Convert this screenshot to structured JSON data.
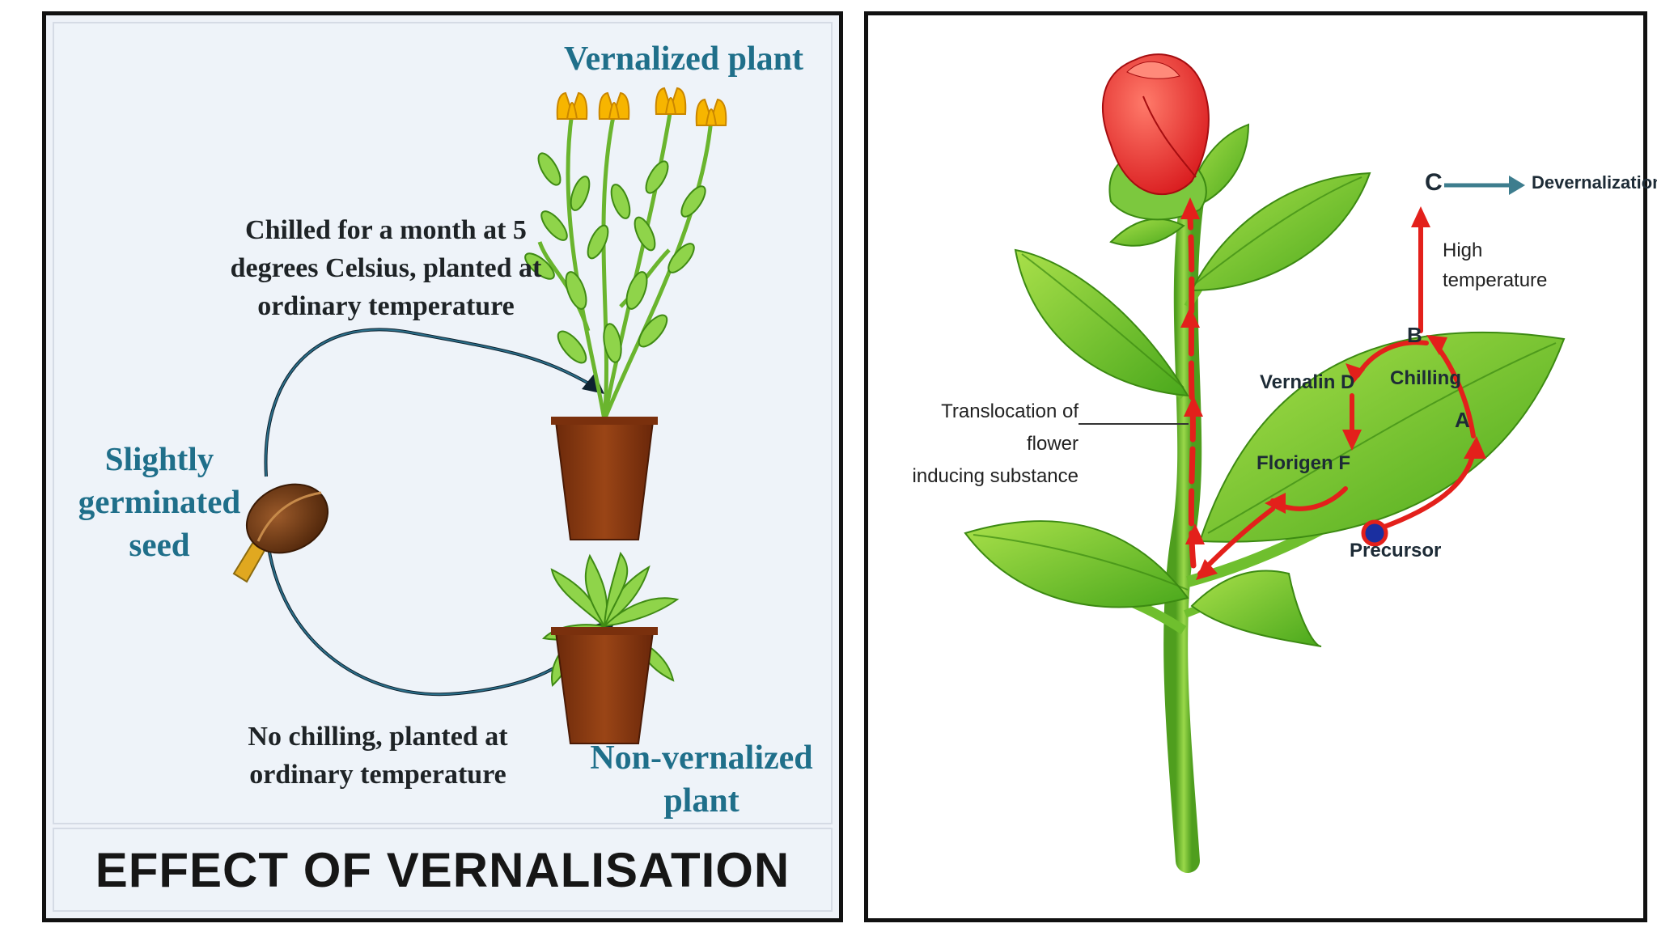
{
  "left": {
    "title_vernalized": "Vernalized plant",
    "caption_chilled": [
      "Chilled for a month at 5",
      "degrees Celsius, planted at",
      "ordinary temperature"
    ],
    "label_seed": [
      "Slightly",
      "germinated",
      "seed"
    ],
    "caption_no_chill": [
      "No chilling, planted at",
      "ordinary temperature"
    ],
    "title_nonvernalized": [
      "Non-vernalized",
      "plant"
    ],
    "footer": "EFFECT OF VERNALISATION"
  },
  "right": {
    "label_c": "C",
    "label_devernalization": "Devernalization",
    "label_high_temp": [
      "High",
      "temperature"
    ],
    "label_b": "B",
    "label_chilling": "Chilling",
    "label_vernalin_d": "Vernalin D",
    "label_a": "A",
    "label_translocation": [
      "Translocation of flower",
      "inducing substance"
    ],
    "label_florigen_f": "Florigen F",
    "label_precursor": "Precursor"
  },
  "colors": {
    "teal_text": "#1f6f8a",
    "arrow_red": "#e3201b",
    "leaf_green": "#7ac943",
    "pot_brown": "#8a3a12",
    "petal_yellow": "#f7b500",
    "rose_red": "#f03a3a"
  }
}
